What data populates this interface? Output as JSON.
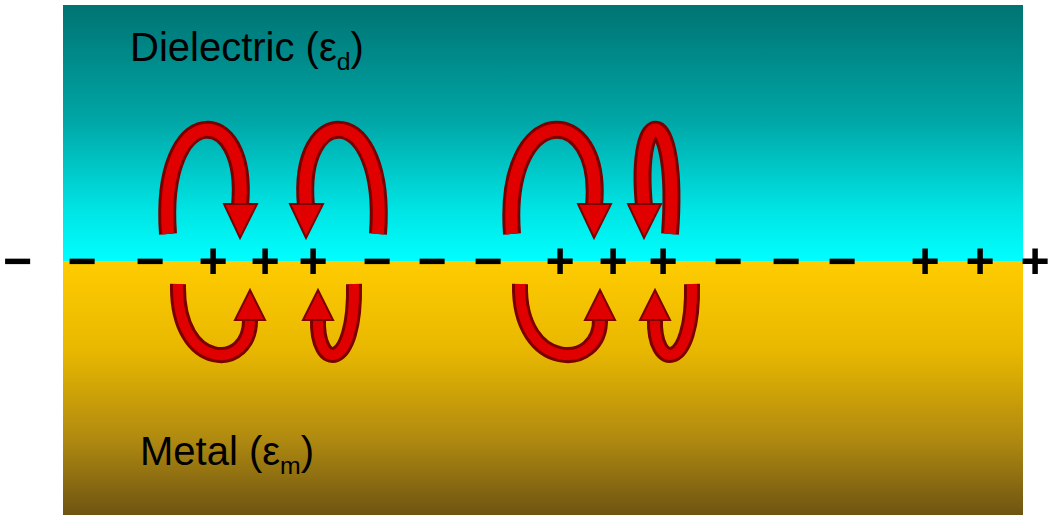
{
  "diagram": {
    "nodes": [
      {
        "text": [
          "Dielectric (εd)"
        ]
      },
      {
        "text": [
          "Metal (εm)"
        ]
      }
    ],
    "labels": [
      "−",
      "−",
      "−",
      "+",
      "+",
      "+",
      "−",
      "−",
      "−",
      "+",
      "+",
      "+",
      "−",
      "−",
      "−",
      "+",
      "+",
      "+"
    ]
  }
}
